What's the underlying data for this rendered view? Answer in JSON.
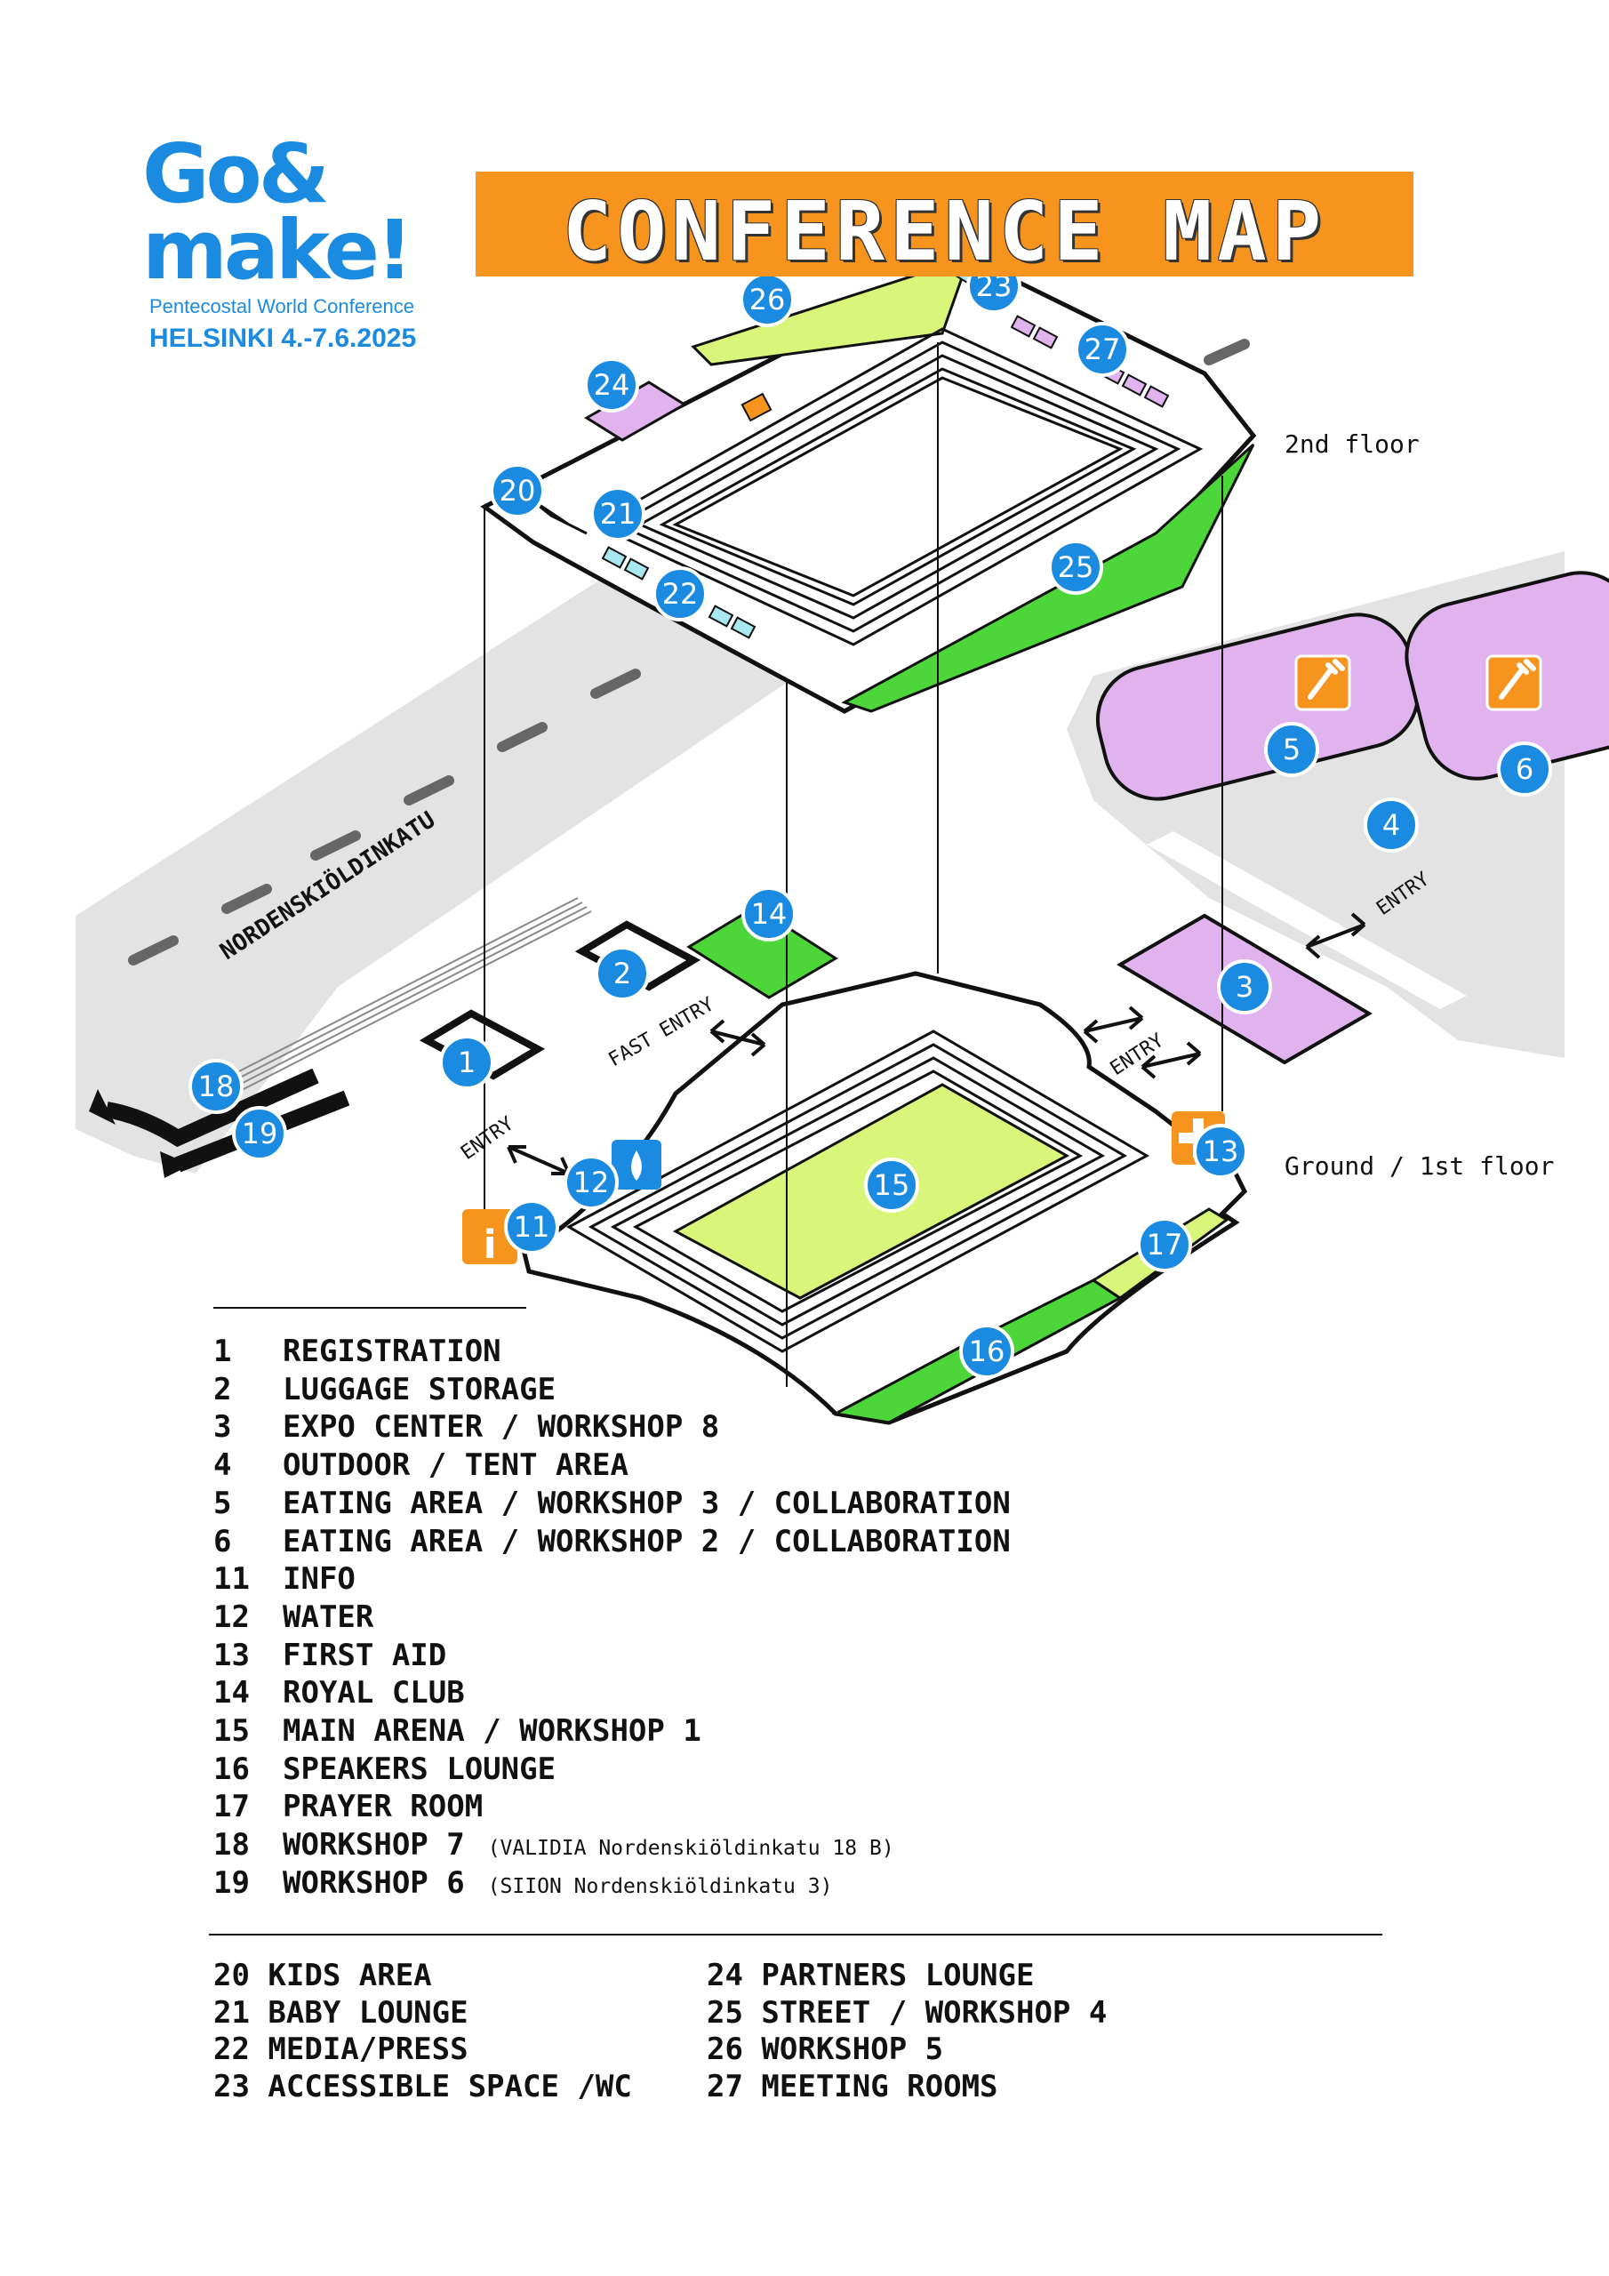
{
  "logo": {
    "word1": "Go&",
    "word2": "make!",
    "subtitle": "Pentecostal World Conference",
    "date": "HELSINKI 4.-7.6.2025"
  },
  "title": "CONFERENCE MAP",
  "floors": {
    "upper": "2nd floor",
    "lower": "Ground / 1st floor"
  },
  "map_labels": {
    "street": "NORDENSKIÖLDINKATU",
    "entry": "ENTRY",
    "fast_entry": "FAST ENTRY"
  },
  "markers": [
    "1",
    "2",
    "3",
    "4",
    "5",
    "6",
    "11",
    "12",
    "13",
    "14",
    "15",
    "16",
    "17",
    "18",
    "19",
    "20",
    "21",
    "22",
    "23",
    "24",
    "25",
    "26",
    "27"
  ],
  "colors": {
    "badge": "#1a8be0",
    "orange": "#f7941d",
    "green": "#4cd63a",
    "lime": "#d9f57a",
    "lilac": "#e0b3ee",
    "road": "#e3e3e3",
    "cyan": "#a8e8f0"
  },
  "icons": [
    "info-icon",
    "water-drop-icon",
    "first-aid-icon",
    "fork-icon",
    "double-arrow-icon",
    "u-turn-arrow-icon"
  ],
  "legend_main": [
    {
      "num": "1",
      "label": "REGISTRATION"
    },
    {
      "num": "2",
      "label": "LUGGAGE STORAGE"
    },
    {
      "num": "3",
      "label": "EXPO CENTER / WORKSHOP 8"
    },
    {
      "num": "4",
      "label": "OUTDOOR / TENT AREA"
    },
    {
      "num": "5",
      "label": "EATING AREA / WORKSHOP 3 / COLLABORATION"
    },
    {
      "num": "6",
      "label": "EATING AREA / WORKSHOP 2 / COLLABORATION"
    },
    {
      "num": "11",
      "label": "INFO"
    },
    {
      "num": "12",
      "label": "WATER"
    },
    {
      "num": "13",
      "label": "FIRST AID"
    },
    {
      "num": "14",
      "label": "ROYAL CLUB"
    },
    {
      "num": "15",
      "label": "MAIN ARENA / WORKSHOP 1"
    },
    {
      "num": "16",
      "label": "SPEAKERS LOUNGE"
    },
    {
      "num": "17",
      "label": "PRAYER ROOM"
    },
    {
      "num": "18",
      "label": "WORKSHOP 7",
      "note": "(VALIDIA Nordenskiöldinkatu 18 B)"
    },
    {
      "num": "19",
      "label": "WORKSHOP 6",
      "note": "(SIION Nordenskiöldinkatu 3)"
    }
  ],
  "legend_upper_left": [
    "20 KIDS AREA",
    "21 BABY LOUNGE",
    "22 MEDIA/PRESS",
    "23 ACCESSIBLE SPACE /WC"
  ],
  "legend_upper_right": [
    "24 PARTNERS LOUNGE",
    "25 STREET / WORKSHOP 4",
    "26 WORKSHOP 5",
    "27 MEETING ROOMS"
  ]
}
